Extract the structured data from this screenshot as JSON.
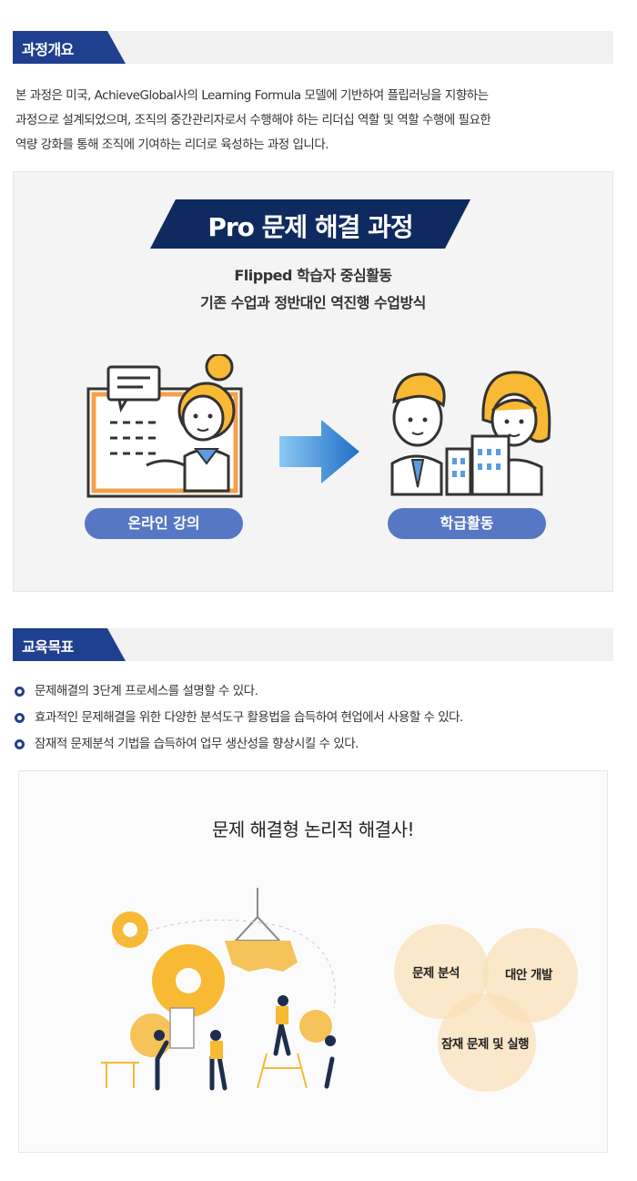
{
  "overview": {
    "heading": "과정개요",
    "intro_lines": [
      "본 과정은 미국, AchieveGlobal사의 Learning Formula 모델에 기반하여 플립러닝을 지향하는",
      "과정으로 설계되었으며, 조직의 중간관리자로서 수행해야 하는 리더십 역할 및 역할 수행에 필요한",
      "역량 강화를 통해 조직에 기여하는 리더로 육성하는 과정 입니다."
    ]
  },
  "course_panel": {
    "banner_title": "Pro 문제 해결 과정",
    "subtitle1": "Flipped 학습자 중심활동",
    "subtitle2": "기존 수업과 정반대인 역진행 수업방식",
    "left_label": "온라인 강의",
    "right_label": "학급활동"
  },
  "objectives": {
    "heading": "교육목표",
    "items": [
      "문제해결의 3단계 프로세스를 설명할 수 있다.",
      "효과적인 문제해결을 위한 다양한 분석도구 활용법을 습득하여 현업에서 사용할 수 있다.",
      "잠재적 문제분석 기법을 습득하여 업무 생산성을 향상시킬 수 있다."
    ]
  },
  "solver_panel": {
    "title": "문제 해결형 논리적 해결사!",
    "venn": [
      "문제 분석",
      "대안 개발",
      "잠재 문제 및 실행"
    ]
  },
  "colors": {
    "navy": "#1f3f8f",
    "banner_navy": "#0e2a5e",
    "pill_blue": "#5577c4",
    "accent_yellow": "#f8b934",
    "venn_peach": "#fbe0b8"
  }
}
